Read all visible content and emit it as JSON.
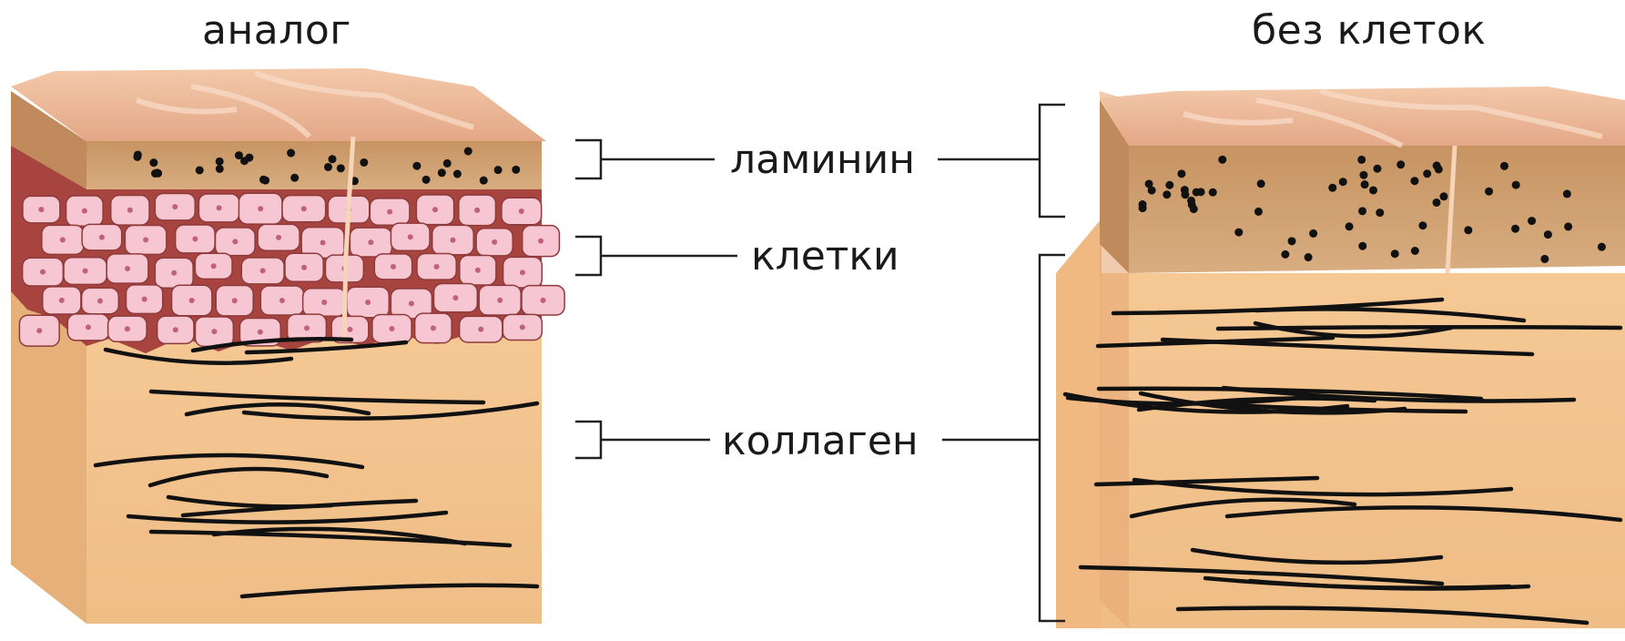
{
  "titles": {
    "left": "аналог",
    "right": "без клеток"
  },
  "labels": {
    "laminin": "ламинин",
    "cells": "клетки",
    "collagen": "коллаген"
  },
  "colors": {
    "skin_top": "#eab896",
    "skin_top_dark": "#cf946e",
    "laminin_band": "#c89a6e",
    "cells_bg": "#a8443f",
    "cell_fill": "#f7c6d3",
    "cell_stroke": "#8e3a3a",
    "dermis": "#f2c38e",
    "dermis_side": "#e8b37e",
    "fiber": "#111111",
    "bracket": "#222222"
  }
}
